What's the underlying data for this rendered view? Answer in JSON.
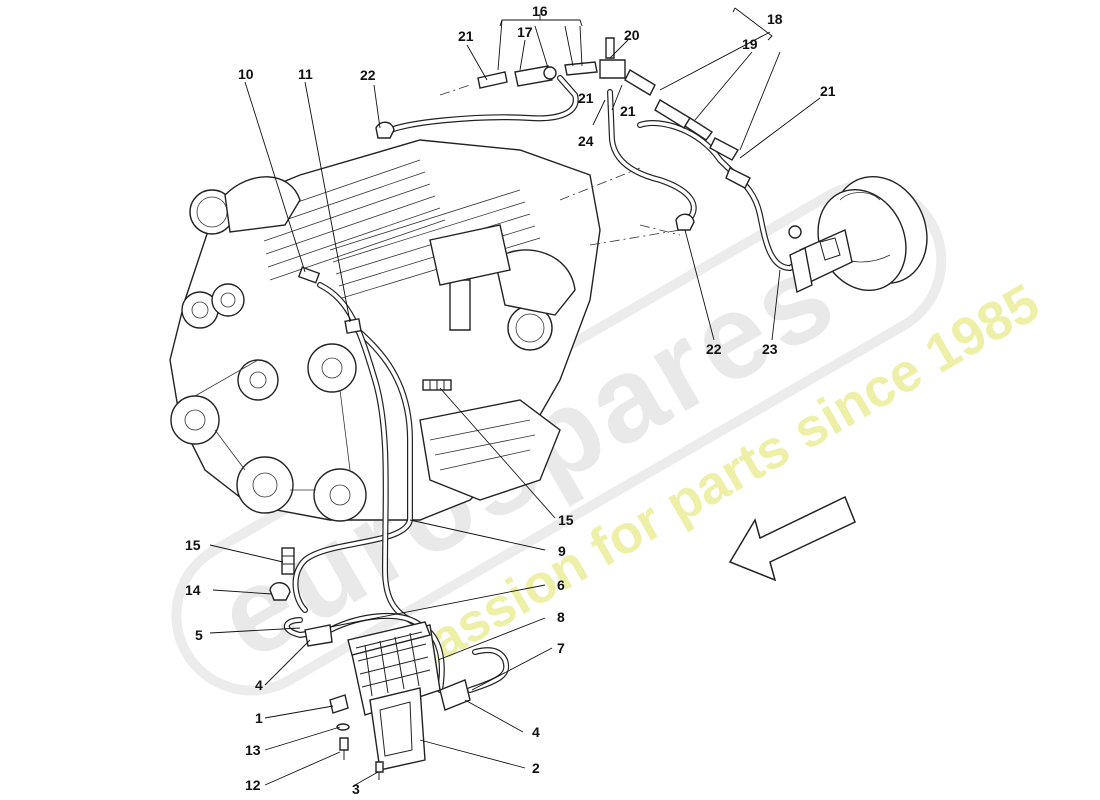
{
  "watermark": {
    "brand": "eurospares",
    "tagline": "a passion for parts since 1985",
    "color": "#e6e6e6",
    "tagline_color": "#eef0a8"
  },
  "callouts": {
    "c1": "1",
    "c2": "2",
    "c3": "3",
    "c4a": "4",
    "c4b": "4",
    "c5": "5",
    "c6": "6",
    "c7": "7",
    "c8": "8",
    "c9": "9",
    "c10": "10",
    "c11": "11",
    "c12": "12",
    "c13": "13",
    "c14": "14",
    "c15a": "15",
    "c15b": "15",
    "c16": "16",
    "c17": "17",
    "c18": "18",
    "c19": "19",
    "c20": "20",
    "c21a": "21",
    "c21b": "21",
    "c21c": "21",
    "c21d": "21",
    "c22a": "22",
    "c22b": "22",
    "c23": "23",
    "c24": "24"
  },
  "colors": {
    "line": "#222222",
    "text": "#111111",
    "background": "#ffffff"
  }
}
